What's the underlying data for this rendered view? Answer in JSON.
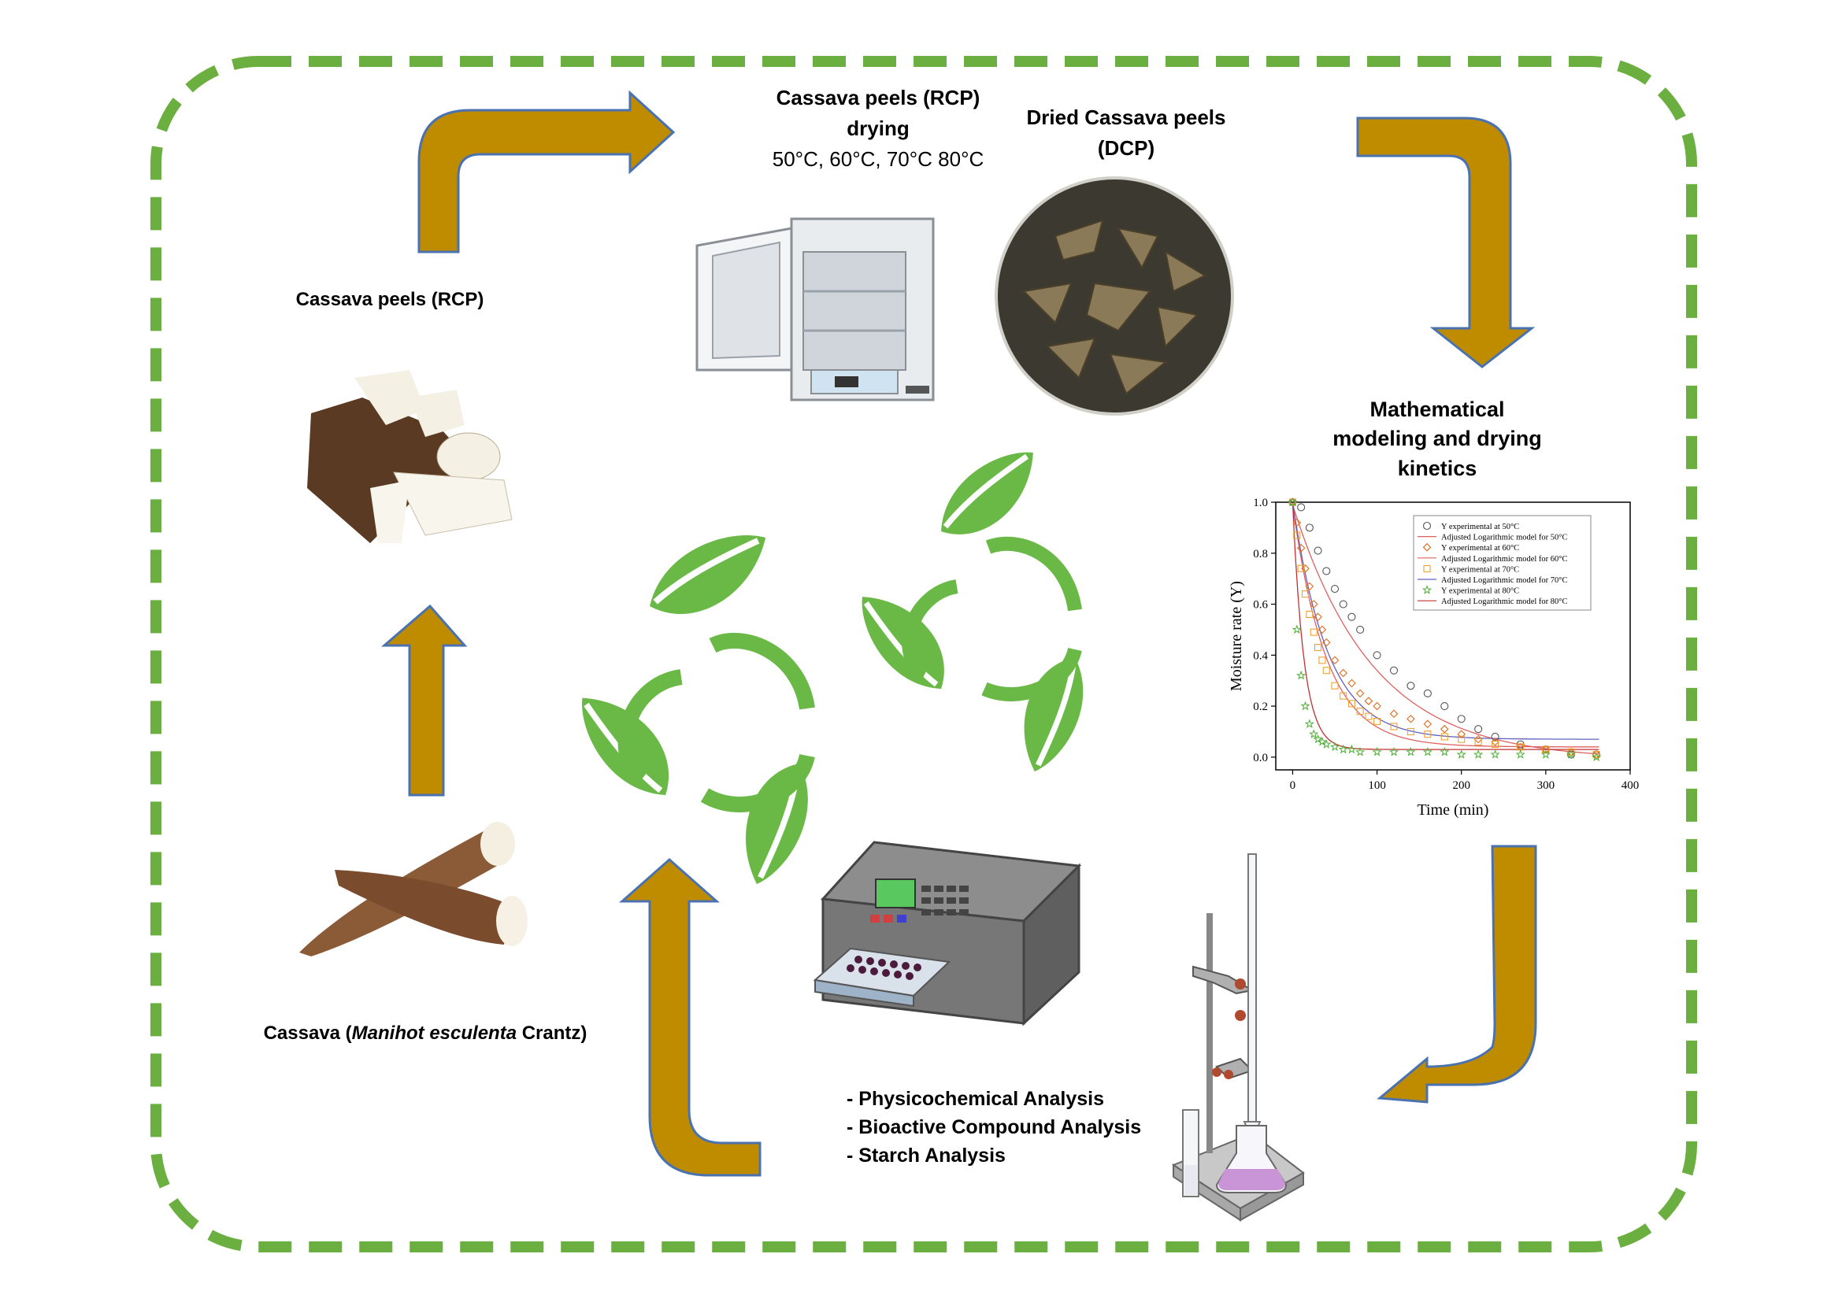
{
  "labels": {
    "rcp_drying": {
      "line1": "Cassava peels (RCP)",
      "line2": "drying",
      "line3": "50°C, 60°C, 70°C  80°C"
    },
    "dcp": {
      "line1": "Dried Cassava peels",
      "line2": "(DCP)"
    },
    "rcp": "Cassava peels (RCP)",
    "modeling": {
      "line1": "Mathematical",
      "line2": "modeling and drying",
      "line3": "kinetics"
    },
    "cassava": {
      "prefix": "Cassava (",
      "italic": "Manihot esculenta",
      "suffix": " Crantz)"
    },
    "analyses": [
      "- Physicochemical Analysis",
      "- Bioactive Compound Analysis",
      "- Starch Analysis"
    ]
  },
  "colors": {
    "border_dash": "#6aaf3f",
    "arrow_fill": "#bf8c00",
    "arrow_stroke": "#4a72b0",
    "leaf": "#6ab946",
    "series_50": "#555555",
    "series_60": "#e06a1c",
    "series_70": "#f0a030",
    "series_80": "#4caf33",
    "model_50": "#e06060",
    "model_60": "#e06060",
    "model_70": "#6060c0",
    "model_80": "#c03030"
  },
  "icons": {
    "oven": "oven-icon",
    "dried_peels": "dried-peels-dish-icon",
    "peeled_cassava": "peeled-cassava-icon",
    "cassava_root": "cassava-root-icon",
    "recycle_leaves": "recycle-leaves-icon",
    "microplate_reader": "microplate-reader-icon",
    "titration_setup": "titration-setup-icon"
  },
  "chart_data": {
    "type": "scatter",
    "title": "",
    "xlabel": "Time (min)",
    "ylabel": "Moisture rate (Y)",
    "xlim": [
      -20,
      400
    ],
    "ylim": [
      -0.05,
      1.0
    ],
    "xticks": [
      "0",
      "100",
      "200",
      "300",
      "400"
    ],
    "yticks": [
      "0.0",
      "0.2",
      "0.4",
      "0.6",
      "0.8",
      "1.0"
    ],
    "legend_position": "top-right",
    "series": [
      {
        "name": "Y  experimental at 50°C",
        "marker": "circle",
        "color_key": "series_50",
        "x": [
          0,
          10,
          20,
          30,
          40,
          50,
          60,
          70,
          80,
          100,
          120,
          140,
          160,
          180,
          200,
          220,
          240,
          270,
          300,
          330,
          360
        ],
        "y": [
          1.0,
          0.98,
          0.9,
          0.81,
          0.73,
          0.66,
          0.6,
          0.55,
          0.5,
          0.4,
          0.34,
          0.28,
          0.25,
          0.2,
          0.15,
          0.11,
          0.08,
          0.05,
          0.03,
          0.01,
          0.01
        ]
      },
      {
        "name": "Y  experimental at 60°C",
        "marker": "diamond",
        "color_key": "series_60",
        "x": [
          0,
          5,
          10,
          15,
          20,
          25,
          30,
          35,
          40,
          50,
          60,
          70,
          80,
          90,
          100,
          120,
          140,
          160,
          180,
          200,
          220,
          240,
          270,
          300,
          330,
          360
        ],
        "y": [
          1.0,
          0.92,
          0.82,
          0.74,
          0.67,
          0.6,
          0.55,
          0.5,
          0.45,
          0.38,
          0.33,
          0.29,
          0.25,
          0.22,
          0.2,
          0.17,
          0.15,
          0.13,
          0.11,
          0.09,
          0.07,
          0.06,
          0.04,
          0.03,
          0.02,
          0.01
        ]
      },
      {
        "name": "Y  experimental at 70°C",
        "marker": "square",
        "color_key": "series_70",
        "x": [
          0,
          5,
          10,
          15,
          20,
          25,
          30,
          35,
          40,
          50,
          60,
          70,
          80,
          90,
          100,
          120,
          140,
          160,
          180,
          200,
          220,
          240,
          270,
          300,
          330,
          360
        ],
        "y": [
          1.0,
          0.87,
          0.74,
          0.64,
          0.56,
          0.49,
          0.43,
          0.38,
          0.34,
          0.28,
          0.24,
          0.21,
          0.18,
          0.16,
          0.14,
          0.12,
          0.1,
          0.09,
          0.08,
          0.07,
          0.06,
          0.05,
          0.04,
          0.03,
          0.02,
          0.01
        ]
      },
      {
        "name": "Y  experimental at 80°C",
        "marker": "star",
        "color_key": "series_80",
        "x": [
          0,
          5,
          10,
          15,
          20,
          25,
          30,
          35,
          40,
          50,
          60,
          70,
          80,
          100,
          120,
          140,
          160,
          180,
          200,
          220,
          240,
          270,
          300,
          330,
          360
        ],
        "y": [
          1.0,
          0.5,
          0.32,
          0.2,
          0.13,
          0.09,
          0.07,
          0.06,
          0.05,
          0.04,
          0.03,
          0.03,
          0.02,
          0.02,
          0.02,
          0.02,
          0.02,
          0.02,
          0.01,
          0.01,
          0.01,
          0.01,
          0.01,
          0.01,
          0.0
        ]
      }
    ],
    "models": [
      {
        "name": "Adjusted Logarithmic model for 50°C",
        "color_key": "model_50",
        "a": 1.0,
        "k": 0.0105,
        "c": -0.01
      },
      {
        "name": "Adjusted Logarithmic model for 60°C",
        "color_key": "model_60",
        "a": 0.95,
        "k": 0.025,
        "c": 0.04
      },
      {
        "name": "Adjusted Logarithmic model for 70°C",
        "color_key": "model_70",
        "a": 0.93,
        "k": 0.024,
        "c": 0.07
      },
      {
        "name": "Adjusted Logarithmic model for 80°C",
        "color_key": "model_80",
        "a": 0.97,
        "k": 0.075,
        "c": 0.03
      }
    ]
  }
}
